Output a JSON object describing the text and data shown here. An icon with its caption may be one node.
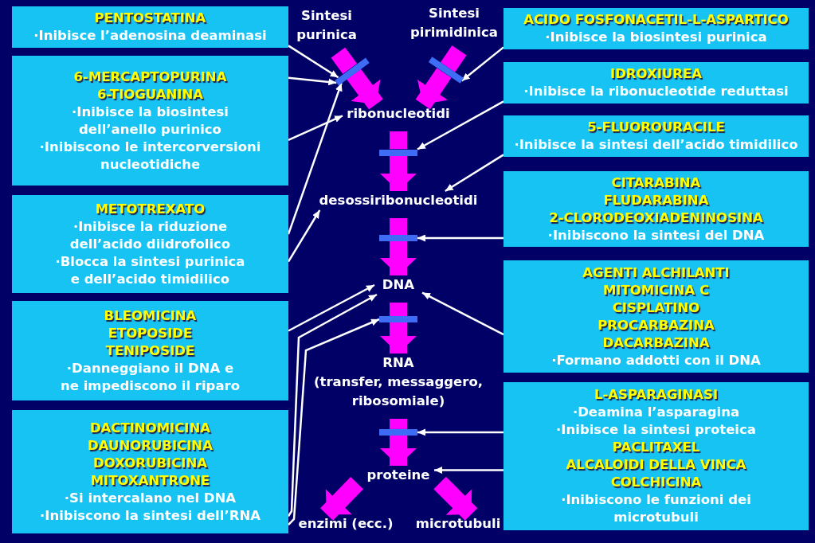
{
  "diagram": {
    "nodes": [
      {
        "text": [
          "PENTOSTATINA",
          "·Inibisce l’adenosina deaminasi"
        ]
      },
      {
        "text": [
          "6-MERCAPTOPURINA",
          "6-TIOGUANINA",
          "·Inibisce la biosintesi dell’anello purinico",
          "·Inibiscono le intercorversioni nucleotidiche"
        ]
      },
      {
        "text": [
          "METOTREXATO",
          "·Inibisce la riduzione dell’acido diidrofolico",
          "·Blocca la sintesi purinica e dell’acido timidilico"
        ]
      },
      {
        "text": [
          "BLEOMICINA",
          "ETOPOSIDE",
          "TENIPOSIDE",
          "·Danneggiano il DNA e ne impediscono il riparo"
        ]
      },
      {
        "text": [
          "DACTINOMICINA",
          "DAUNORUBICINA",
          "DOXORUBICINA",
          "MITOXANTRONE",
          "·Si intercalano nel DNA",
          "·Inibiscono la sintesi dell’RNA"
        ]
      },
      {
        "text": [
          "Sintesi purinica"
        ]
      },
      {
        "text": [
          "Sintesi pirimidinica"
        ]
      },
      {
        "text": [],
        "shape": "bar"
      },
      {
        "text": [],
        "shape": "bar"
      },
      {
        "text": [
          "ribonucleotidi"
        ]
      },
      {
        "text": [],
        "shape": "bar"
      },
      {
        "text": [
          "desossiribonucleotidi"
        ]
      },
      {
        "text": [],
        "shape": "bar"
      },
      {
        "text": [
          "DNA"
        ]
      },
      {
        "text": [],
        "shape": "bar"
      },
      {
        "text": [
          "RNA",
          "(transfer, messaggero, ribosomiale)"
        ]
      },
      {
        "text": [],
        "shape": "bar"
      },
      {
        "text": [
          "proteine"
        ]
      },
      {
        "text": [
          "enzimi (ecc.)"
        ]
      },
      {
        "text": [
          "microtubuli"
        ]
      },
      {
        "text": [
          "ACIDO FOSFONACETIL-L-ASPARTICO",
          "·Inibisce la biosintesi purinica"
        ]
      },
      {
        "text": [
          "IDROXIUREA",
          "·Inibisce la ribonucleotide reduttasi"
        ]
      },
      {
        "text": [
          "5-FLUOROURACILE",
          "·Inibisce la sintesi dell’acido timidilico"
        ]
      },
      {
        "text": [
          "CITARABINA",
          "FLUDARABINA",
          "2-CLORODEOXIADENINOSINA",
          "·Inibiscono la sintesi del DNA"
        ]
      },
      {
        "text": [
          "AGENTI ALCHILANTI",
          "MITOMICINA C",
          "CISPLATINO",
          "PROCARBAZINA",
          "DACARBAZINA",
          "·Formano addotti con il DNA"
        ]
      },
      {
        "text": [
          "L-ASPARAGINASI",
          "·Deamina l’asparagina",
          "·Inibisce la sintesi proteica",
          "PACLITAXEL",
          "ALCALOIDI DELLA VINCA",
          "COLCHICINA",
          "·Inibiscono le funzioni dei microtubuli"
        ]
      }
    ],
    "edges": [
      {
        "from": 5,
        "to": 7,
        "arrow": "none",
        "style": "thick",
        "color": "#ff00ff"
      },
      {
        "from": 7,
        "to": 9,
        "arrow": "to",
        "style": "thick",
        "color": "#ff00ff"
      },
      {
        "from": 6,
        "to": 8,
        "arrow": "none",
        "style": "thick",
        "color": "#ff00ff"
      },
      {
        "from": 8,
        "to": 9,
        "arrow": "to",
        "style": "thick",
        "color": "#ff00ff"
      },
      {
        "from": 9,
        "to": 10,
        "arrow": "none",
        "style": "thick",
        "color": "#ff00ff"
      },
      {
        "from": 10,
        "to": 11,
        "arrow": "to",
        "style": "thick",
        "color": "#ff00ff"
      },
      {
        "from": 11,
        "to": 12,
        "arrow": "none",
        "style": "thick",
        "color": "#ff00ff"
      },
      {
        "from": 12,
        "to": 13,
        "arrow": "to",
        "style": "thick",
        "color": "#ff00ff"
      },
      {
        "from": 13,
        "to": 14,
        "arrow": "none",
        "style": "thick",
        "color": "#ff00ff"
      },
      {
        "from": 14,
        "to": 15,
        "arrow": "to",
        "style": "thick",
        "color": "#ff00ff"
      },
      {
        "from": 15,
        "to": 16,
        "arrow": "none",
        "style": "thick",
        "color": "#ff00ff"
      },
      {
        "from": 16,
        "to": 17,
        "arrow": "to",
        "style": "thick",
        "color": "#ff00ff"
      },
      {
        "from": 17,
        "to": 18,
        "arrow": "to",
        "style": "thick",
        "color": "#ff00ff"
      },
      {
        "from": 17,
        "to": 19,
        "arrow": "to",
        "style": "thick",
        "color": "#ff00ff"
      },
      {
        "from": 0,
        "to": 7,
        "arrow": "to"
      },
      {
        "from": 1,
        "to": 7,
        "arrow": "to"
      },
      {
        "from": 1,
        "to": 9,
        "arrow": "to"
      },
      {
        "from": 2,
        "to": 7,
        "arrow": "to"
      },
      {
        "from": 2,
        "to": 11,
        "arrow": "to"
      },
      {
        "from": 3,
        "to": 13,
        "arrow": "to"
      },
      {
        "from": 4,
        "to": 13,
        "arrow": "to"
      },
      {
        "from": 4,
        "to": 14,
        "arrow": "to"
      },
      {
        "from": 20,
        "to": 8,
        "arrow": "to"
      },
      {
        "from": 21,
        "to": 10,
        "arrow": "to"
      },
      {
        "from": 22,
        "to": 11,
        "arrow": "to"
      },
      {
        "from": 23,
        "to": 12,
        "arrow": "to"
      },
      {
        "from": 24,
        "to": 13,
        "arrow": "to"
      },
      {
        "from": 25,
        "to": 16,
        "arrow": "to"
      },
      {
        "from": 25,
        "to": 17,
        "arrow": "to"
      }
    ]
  }
}
